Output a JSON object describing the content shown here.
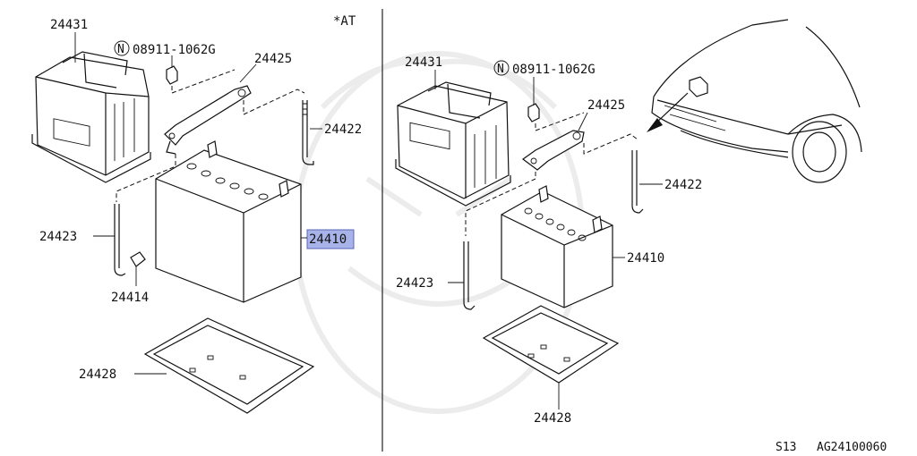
{
  "labels": {
    "left_case": "24431",
    "left_nut": "08911-1062G",
    "left_nut_symbol": "N",
    "left_bracket": "24425",
    "left_rod_right": "24422",
    "left_rod_left": "24423",
    "left_battery": "24410",
    "left_clip": "24414",
    "left_tray": "24428",
    "variant_note": "*AT",
    "right_case": "24431",
    "right_nut": "08911-1062G",
    "right_nut_symbol": "N",
    "right_bracket": "24425",
    "right_rod_right": "24422",
    "right_battery": "24410",
    "right_rod_left": "24423",
    "right_tray": "24428"
  },
  "footer": {
    "model": "S13",
    "diagram_code": "AG24100060"
  },
  "colors": {
    "highlight": "#9aa7e6",
    "line": "#111111",
    "watermark": "#ececec"
  }
}
